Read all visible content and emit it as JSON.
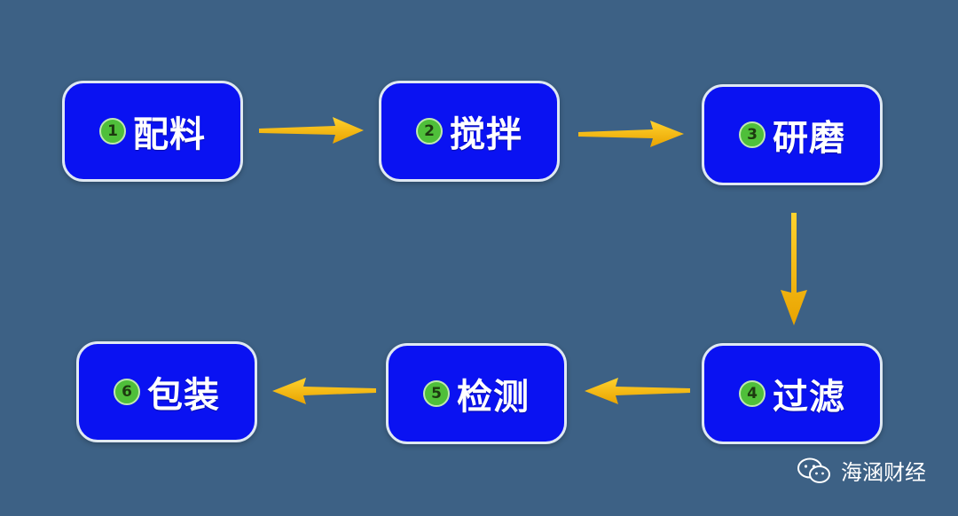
{
  "colors": {
    "background": "#3d6185",
    "node_fill": "#0a12f2",
    "node_border": "#dfe8f2",
    "badge": "#4fbf3a",
    "arrow": "#f5b400"
  },
  "steps": [
    {
      "number": "1",
      "label": "配料"
    },
    {
      "number": "2",
      "label": "搅拌"
    },
    {
      "number": "3",
      "label": "研磨"
    },
    {
      "number": "4",
      "label": "过滤"
    },
    {
      "number": "5",
      "label": "检测"
    },
    {
      "number": "6",
      "label": "包装"
    }
  ],
  "watermark": {
    "icon": "wechat-icon",
    "text": "海涵财经"
  }
}
